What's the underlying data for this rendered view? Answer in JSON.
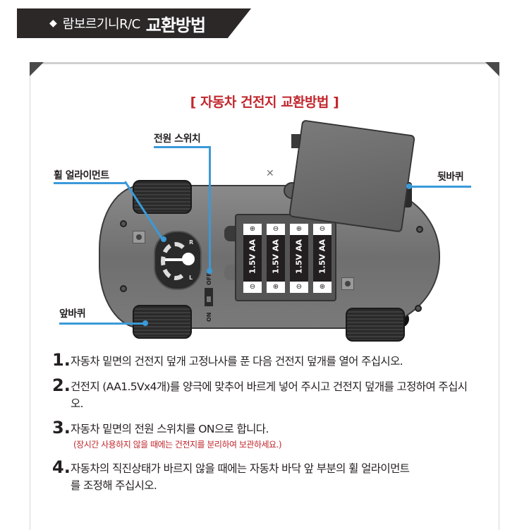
{
  "header": {
    "bullet_icon": "diamond",
    "subtitle": "람보르기니R/C",
    "title": "교환방법"
  },
  "diagram": {
    "title": "[ 자동차 건전지 교환방법 ]",
    "callouts": {
      "power_switch": "전원 스위치",
      "wheel_alignment": "휠 얼라이먼트",
      "rear_wheel": "뒷바퀴",
      "front_wheel": "앞바퀴"
    },
    "switch_labels": {
      "off": "OFF",
      "on": "ON"
    },
    "dial_labels": {
      "right": "R",
      "left": "L"
    },
    "batteries": [
      {
        "label": "1.5V AA",
        "top": "⊕",
        "bottom": "⊖"
      },
      {
        "label": "1.5V AA",
        "top": "⊖",
        "bottom": "⊕"
      },
      {
        "label": "1.5V AA",
        "top": "⊕",
        "bottom": "⊖"
      },
      {
        "label": "1.5V AA",
        "top": "⊖",
        "bottom": "⊕"
      }
    ],
    "colors": {
      "title_red": "#c1272d",
      "callout_blue": "#3a9ad9",
      "header_bg": "#2b2827"
    }
  },
  "instructions": [
    {
      "num": "1.",
      "text": "자동차 밑면의 건전지 덮개 고정나사를 푼 다음 건전지 덮개를 열어 주십시오."
    },
    {
      "num": "2.",
      "text": "건전지 (AA1.5Vx4개)를 양극에 맞추어 바르게  넣어 주시고 건전지 덮개를 고정하여 주십시오."
    },
    {
      "num": "3.",
      "text": "자동차 밑면의 전원 스위치를 ON으로 합니다.",
      "note": "(장시간 사용하지 않을 때에는 건전지를 분리하여 보관하세요.)"
    },
    {
      "num": "4.",
      "text": "자동차의 직진상태가 바르지 않을 때에는 자동차 바닥 앞 부분의 휠 얼라이먼트를 조정해 주십시오."
    }
  ]
}
